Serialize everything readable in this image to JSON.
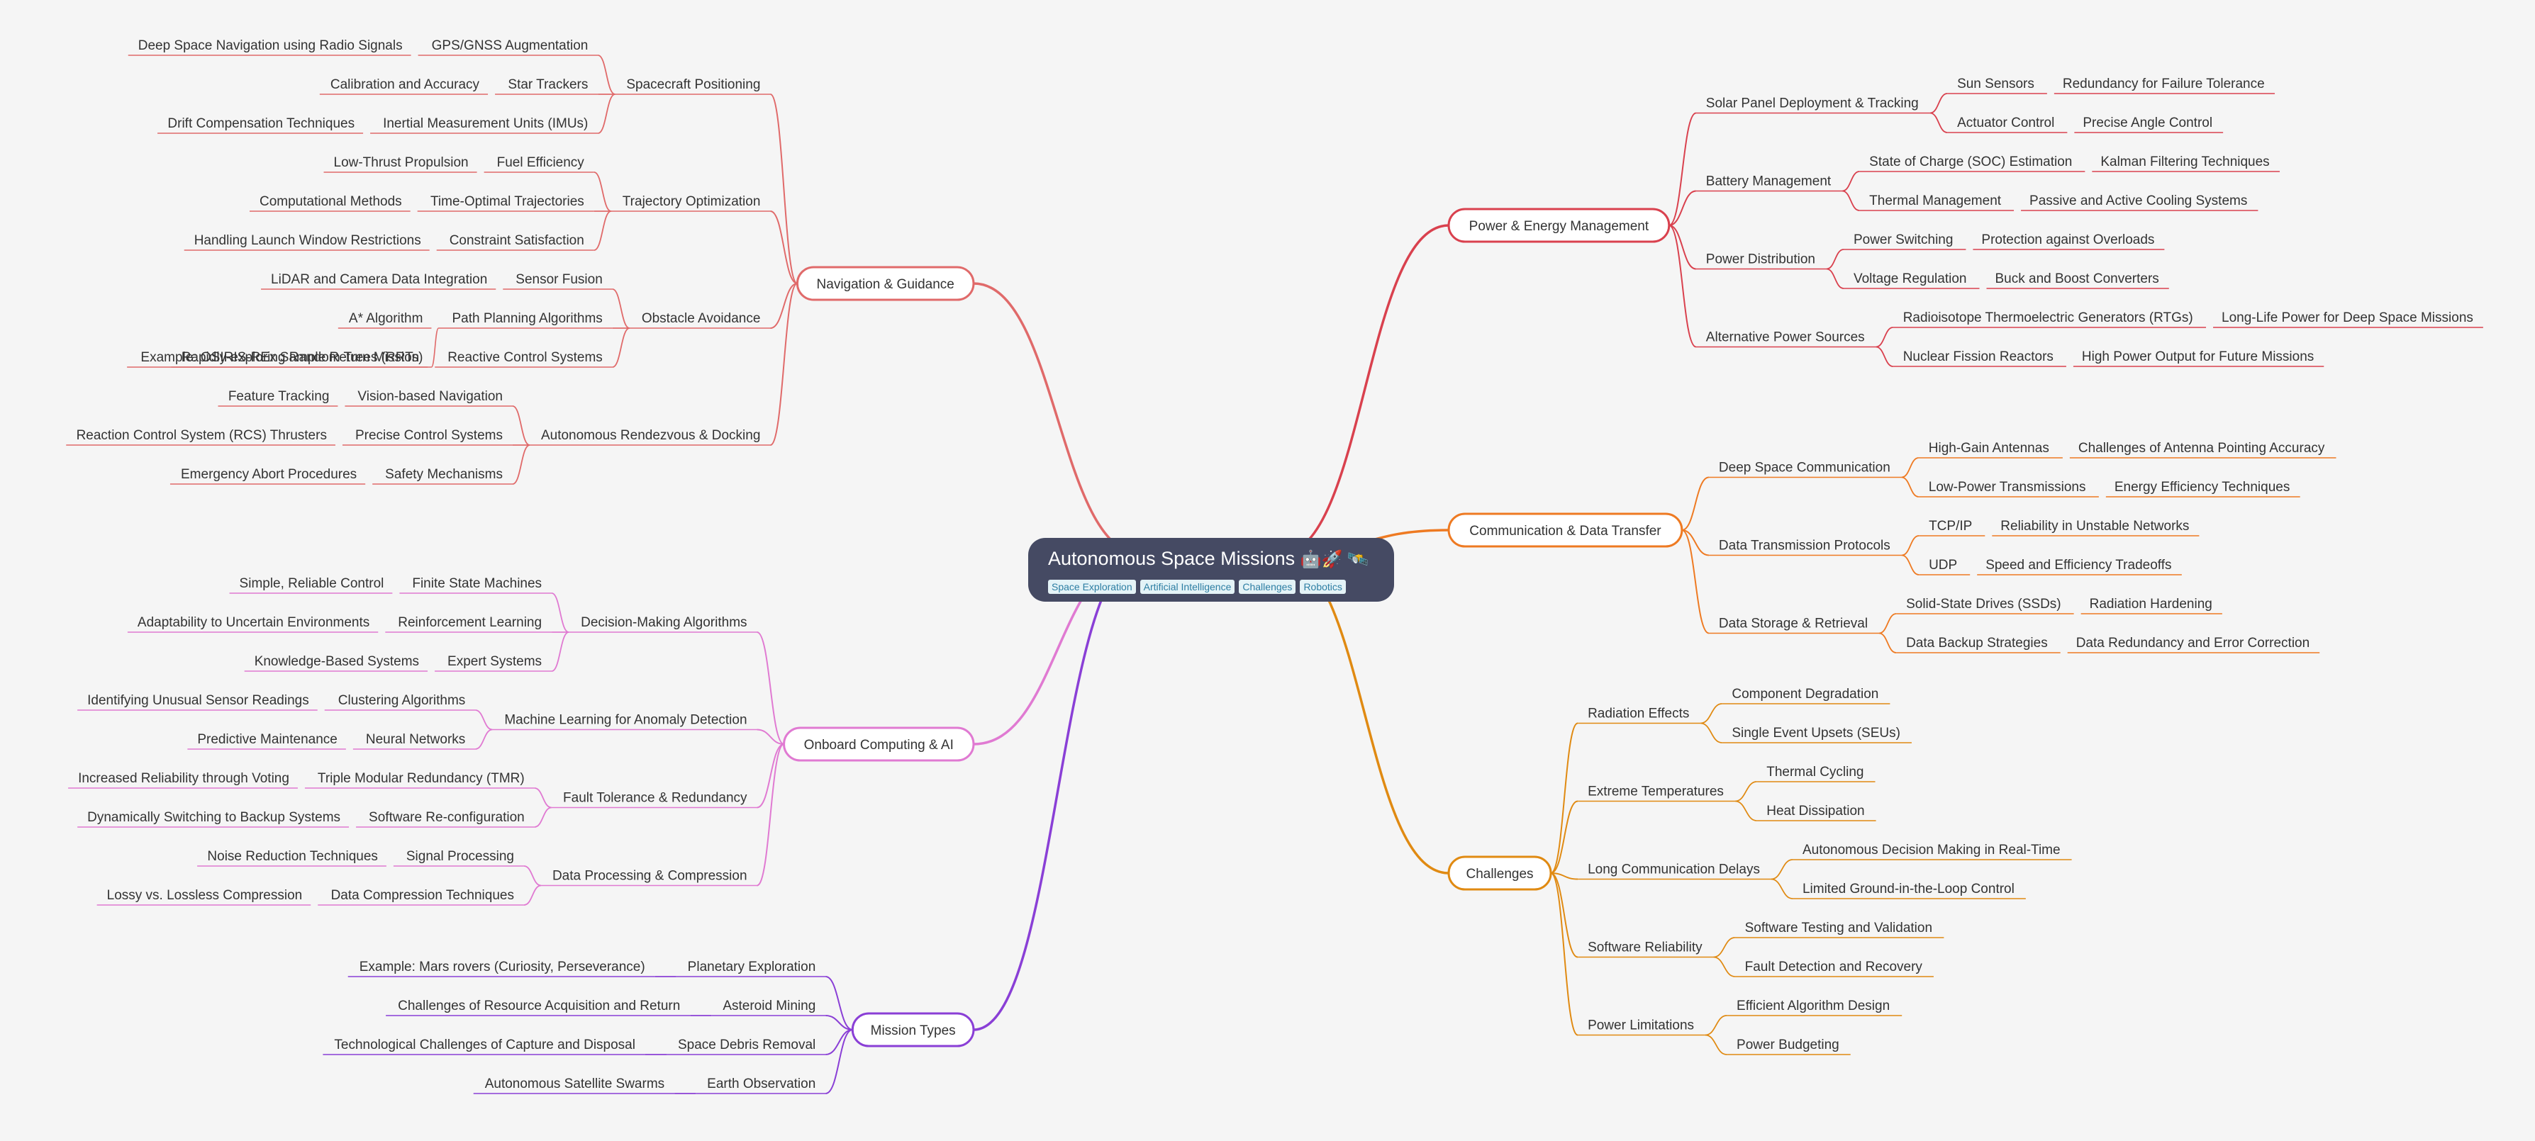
{
  "root": {
    "title": "Autonomous Space Missions",
    "emoji": "🤖🚀 🛰️",
    "tags": [
      "Space Exploration",
      "Artificial Intelligence",
      "Challenges",
      "Robotics"
    ]
  },
  "branches": [
    {
      "label": "Navigation & Guidance",
      "color": "#e06a6a",
      "children": [
        {
          "label": "Spacecraft Positioning",
          "children": [
            {
              "label": "GPS/GNSS Augmentation",
              "children": [
                {
                  "label": "Deep Space Navigation using Radio Signals"
                }
              ]
            },
            {
              "label": "Star Trackers",
              "children": [
                {
                  "label": "Calibration and Accuracy"
                }
              ]
            },
            {
              "label": "Inertial Measurement Units (IMUs)",
              "children": [
                {
                  "label": "Drift Compensation Techniques"
                }
              ]
            }
          ]
        },
        {
          "label": "Trajectory Optimization",
          "children": [
            {
              "label": "Fuel Efficiency",
              "children": [
                {
                  "label": "Low-Thrust Propulsion"
                }
              ]
            },
            {
              "label": "Time-Optimal Trajectories",
              "children": [
                {
                  "label": "Computational Methods"
                }
              ]
            },
            {
              "label": "Constraint Satisfaction",
              "children": [
                {
                  "label": "Handling Launch Window Restrictions"
                }
              ]
            }
          ]
        },
        {
          "label": "Obstacle Avoidance",
          "children": [
            {
              "label": "Sensor Fusion",
              "children": [
                {
                  "label": "LiDAR and Camera Data Integration"
                }
              ]
            },
            {
              "label": "Path Planning Algorithms",
              "children": [
                {
                  "label": "A* Algorithm"
                },
                {
                  "label": "Rapidly-exploring Random Trees (RRTs)"
                }
              ]
            },
            {
              "label": "Reactive Control Systems",
              "children": [
                {
                  "label": "Example:  OSIRIS-REx Sample Return Mission"
                }
              ]
            }
          ]
        },
        {
          "label": "Autonomous Rendezvous & Docking",
          "children": [
            {
              "label": "Vision-based Navigation",
              "children": [
                {
                  "label": "Feature Tracking"
                }
              ]
            },
            {
              "label": "Precise Control Systems",
              "children": [
                {
                  "label": "Reaction Control System (RCS) Thrusters"
                }
              ]
            },
            {
              "label": "Safety Mechanisms",
              "children": [
                {
                  "label": "Emergency Abort Procedures"
                }
              ]
            }
          ]
        }
      ]
    },
    {
      "label": "Onboard Computing & AI",
      "color": "#e07ad2",
      "children": [
        {
          "label": "Decision-Making Algorithms",
          "children": [
            {
              "label": "Finite State Machines",
              "children": [
                {
                  "label": "Simple, Reliable Control"
                }
              ]
            },
            {
              "label": "Reinforcement Learning",
              "children": [
                {
                  "label": "Adaptability to Uncertain Environments"
                }
              ]
            },
            {
              "label": "Expert Systems",
              "children": [
                {
                  "label": "Knowledge-Based Systems"
                }
              ]
            }
          ]
        },
        {
          "label": "Machine Learning for Anomaly Detection",
          "children": [
            {
              "label": "Clustering Algorithms",
              "children": [
                {
                  "label": "Identifying Unusual Sensor Readings"
                }
              ]
            },
            {
              "label": "Neural Networks",
              "children": [
                {
                  "label": "Predictive Maintenance"
                }
              ]
            }
          ]
        },
        {
          "label": "Fault Tolerance & Redundancy",
          "children": [
            {
              "label": "Triple Modular Redundancy (TMR)",
              "children": [
                {
                  "label": "Increased Reliability through Voting"
                }
              ]
            },
            {
              "label": "Software Re-configuration",
              "children": [
                {
                  "label": "Dynamically Switching to Backup Systems"
                }
              ]
            }
          ]
        },
        {
          "label": "Data Processing & Compression",
          "children": [
            {
              "label": "Signal Processing",
              "children": [
                {
                  "label": "Noise Reduction Techniques"
                }
              ]
            },
            {
              "label": "Data Compression Techniques",
              "children": [
                {
                  "label": "Lossy vs. Lossless Compression"
                }
              ]
            }
          ]
        }
      ]
    },
    {
      "label": "Mission Types",
      "color": "#8a3fd6",
      "children": [
        {
          "label": "Planetary Exploration",
          "children": [
            {
              "label": "Example: Mars rovers (Curiosity, Perseverance)"
            }
          ]
        },
        {
          "label": "Asteroid Mining",
          "children": [
            {
              "label": "Challenges of Resource Acquisition and Return"
            }
          ]
        },
        {
          "label": "Space Debris Removal",
          "children": [
            {
              "label": "Technological Challenges of Capture and Disposal"
            }
          ]
        },
        {
          "label": "Earth Observation",
          "children": [
            {
              "label": "Autonomous Satellite Swarms"
            }
          ]
        }
      ]
    },
    {
      "label": "Power & Energy Management",
      "color": "#d9414e",
      "children": [
        {
          "label": "Solar Panel Deployment & Tracking",
          "children": [
            {
              "label": "Sun Sensors",
              "children": [
                {
                  "label": "Redundancy for Failure Tolerance"
                }
              ]
            },
            {
              "label": "Actuator Control",
              "children": [
                {
                  "label": "Precise Angle Control"
                }
              ]
            }
          ]
        },
        {
          "label": "Battery Management",
          "children": [
            {
              "label": "State of Charge (SOC) Estimation",
              "children": [
                {
                  "label": "Kalman Filtering Techniques"
                }
              ]
            },
            {
              "label": "Thermal Management",
              "children": [
                {
                  "label": "Passive and Active Cooling Systems"
                }
              ]
            }
          ]
        },
        {
          "label": "Power Distribution",
          "children": [
            {
              "label": "Power Switching",
              "children": [
                {
                  "label": "Protection against Overloads"
                }
              ]
            },
            {
              "label": "Voltage Regulation",
              "children": [
                {
                  "label": "Buck and Boost Converters"
                }
              ]
            }
          ]
        },
        {
          "label": "Alternative Power Sources",
          "children": [
            {
              "label": "Radioisotope Thermoelectric Generators (RTGs)",
              "children": [
                {
                  "label": "Long-Life Power for Deep Space Missions"
                }
              ]
            },
            {
              "label": "Nuclear Fission Reactors",
              "children": [
                {
                  "label": "High Power Output for Future Missions"
                }
              ]
            }
          ]
        }
      ]
    },
    {
      "label": "Communication & Data Transfer",
      "color": "#ee7a22",
      "children": [
        {
          "label": "Deep Space Communication",
          "children": [
            {
              "label": "High-Gain Antennas",
              "children": [
                {
                  "label": "Challenges of Antenna Pointing Accuracy"
                }
              ]
            },
            {
              "label": "Low-Power Transmissions",
              "children": [
                {
                  "label": "Energy Efficiency Techniques"
                }
              ]
            }
          ]
        },
        {
          "label": "Data Transmission Protocols",
          "children": [
            {
              "label": "TCP/IP",
              "children": [
                {
                  "label": "Reliability in Unstable Networks"
                }
              ]
            },
            {
              "label": "UDP",
              "children": [
                {
                  "label": "Speed and Efficiency Tradeoffs"
                }
              ]
            }
          ]
        },
        {
          "label": "Data Storage & Retrieval",
          "children": [
            {
              "label": "Solid-State Drives (SSDs)",
              "children": [
                {
                  "label": "Radiation Hardening"
                }
              ]
            },
            {
              "label": "Data Backup Strategies",
              "children": [
                {
                  "label": "Data Redundancy and Error Correction"
                }
              ]
            }
          ]
        }
      ]
    },
    {
      "label": "Challenges",
      "color": "#e08a12",
      "children": [
        {
          "label": "Radiation Effects",
          "children": [
            {
              "label": "Component Degradation"
            },
            {
              "label": "Single Event Upsets (SEUs)"
            }
          ]
        },
        {
          "label": "Extreme Temperatures",
          "children": [
            {
              "label": "Thermal Cycling"
            },
            {
              "label": "Heat Dissipation"
            }
          ]
        },
        {
          "label": "Long Communication Delays",
          "children": [
            {
              "label": "Autonomous Decision Making in Real-Time"
            },
            {
              "label": "Limited Ground-in-the-Loop Control"
            }
          ]
        },
        {
          "label": "Software Reliability",
          "children": [
            {
              "label": "Software Testing and Validation"
            },
            {
              "label": "Fault Detection and Recovery"
            }
          ]
        },
        {
          "label": "Power Limitations",
          "children": [
            {
              "label": "Efficient Algorithm Design"
            },
            {
              "label": "Power Budgeting"
            }
          ]
        }
      ]
    }
  ]
}
